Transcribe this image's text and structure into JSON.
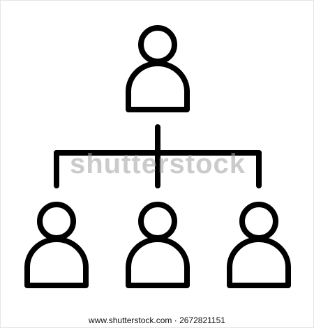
{
  "icon": {
    "name": "organization-hierarchy-icon",
    "stroke_color": "#000000",
    "background_color": "#ffffff",
    "people_count": 4
  },
  "watermark": {
    "text": "shutterstock"
  },
  "footer": {
    "caption": "www.shutterstock.com · 2672821151"
  }
}
